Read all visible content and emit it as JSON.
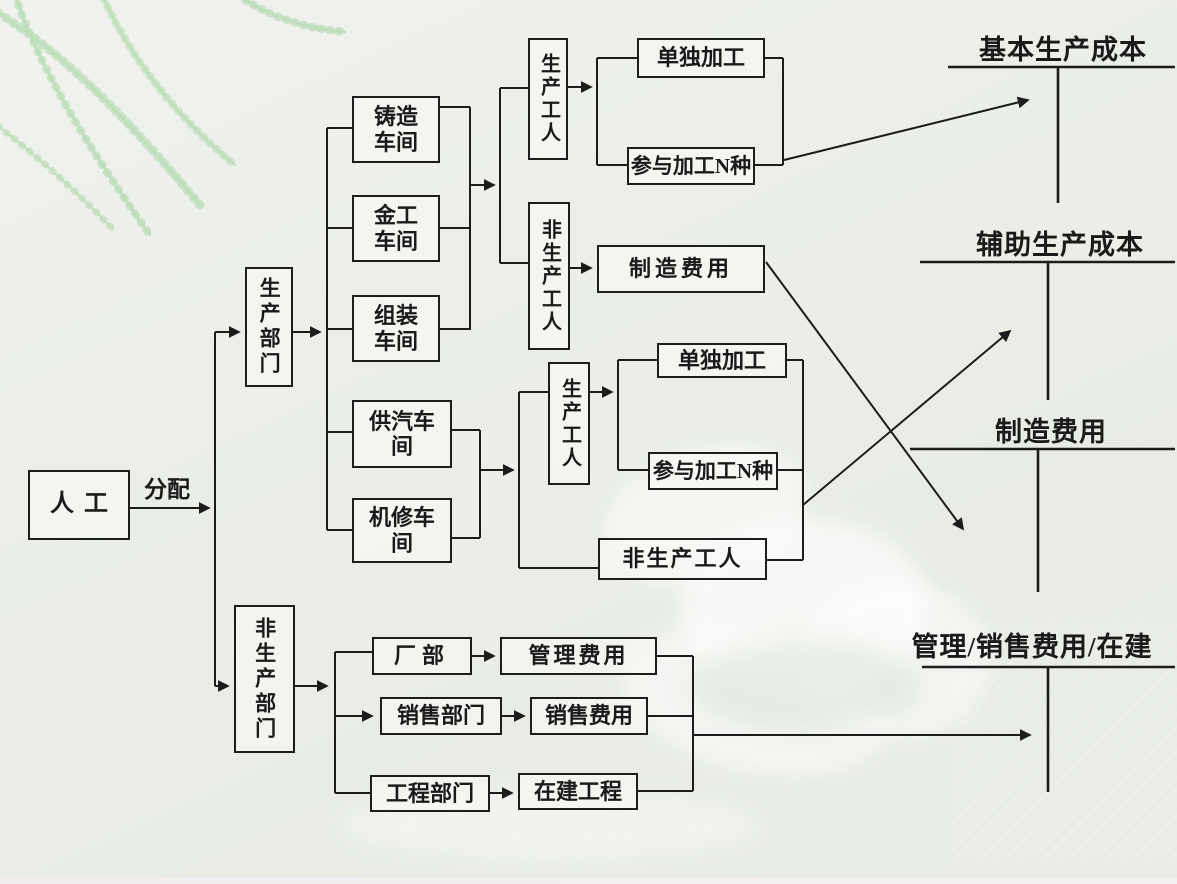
{
  "diagram": {
    "root_label": "人工",
    "edge_label": "分配",
    "production_dept": "生产部门",
    "non_production_dept": "非生产部门",
    "workshops": {
      "casting": "铸造\n车间",
      "metalwork": "金工\n车间",
      "assembly": "组装\n车间",
      "steam": "供汽车\n间",
      "repair": "机修车\n间"
    },
    "cluster_basic": {
      "production_workers": "生产工人",
      "individual": "单独加工",
      "joint": "参与加工N种",
      "non_production_workers": "非生产工人",
      "overhead": "制造费用"
    },
    "cluster_aux": {
      "production_workers": "生产工人",
      "individual": "单独加工",
      "joint": "参与加工N种",
      "non_production_workers": "非生产工人"
    },
    "departments": {
      "factory_hq": "厂部",
      "admin_expense": "管理费用",
      "sales_dept": "销售部门",
      "sales_expense": "销售费用",
      "engineering_dept": "工程部门",
      "construction": "在建工程"
    },
    "t_accounts": {
      "basic": "基本生产成本",
      "auxiliary": "辅助生产成本",
      "overhead": "制造费用",
      "admin_sales_construction": "管理/销售费用/在建"
    },
    "colors": {
      "line": "#1c1c1c",
      "box_border": "#1d1d1d",
      "background": "#eaeee7",
      "foliage": "#95ce92"
    }
  }
}
